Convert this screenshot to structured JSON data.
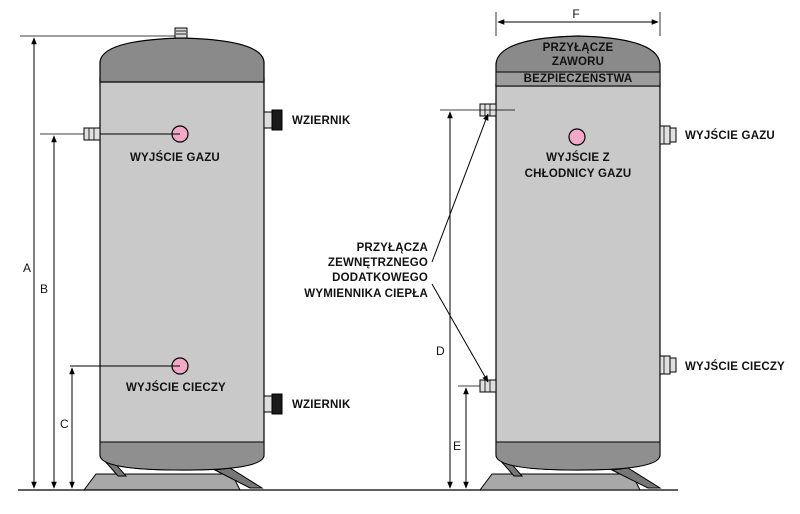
{
  "colors": {
    "tank_body": "#c9c9c9",
    "tank_cap": "#8a8a8a",
    "port_fill": "#f4a8c8",
    "valve": "#1a1a1a",
    "line": "#000000",
    "base": "#9a9a9a"
  },
  "left_tank": {
    "labels": {
      "gas_outlet": "WYJŚCIE GAZU",
      "liquid_outlet": "WYJŚCIE CIECZY",
      "sight_glass_top": "WZIERNIK",
      "sight_glass_bottom": "WZIERNIK"
    },
    "dimensions": {
      "a": "A",
      "b": "B",
      "c": "C"
    }
  },
  "right_tank": {
    "cap_label": [
      "PRZYŁĄCZE",
      "ZAWORU",
      "BEZPIECZEŃSTWA"
    ],
    "inner_label": [
      "WYJŚCIE Z",
      "CHŁODNICY GAZU"
    ],
    "labels": {
      "gas_outlet": "WYJŚCIE GAZU",
      "liquid_outlet": "WYJŚCIE CIECZY"
    },
    "connections_label": [
      "PRZYŁĄCZA",
      "ZEWNĘTRZNEGO",
      "DODATKOWEGO",
      "WYMIENNIKA CIEPŁA"
    ],
    "dimensions": {
      "d": "D",
      "e": "E",
      "f": "F"
    }
  }
}
